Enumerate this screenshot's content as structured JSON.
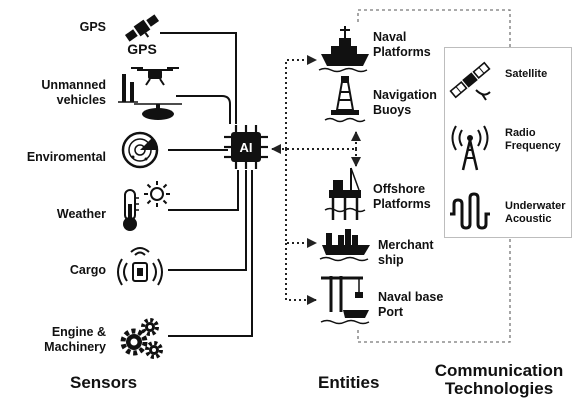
{
  "sensors": {
    "heading": "Sensors",
    "gps": {
      "label": "GPS",
      "icon_text": "GPS"
    },
    "unmanned": {
      "label_line1": "Unmanned",
      "label_line2": "vehicles"
    },
    "environmental": {
      "label": "Enviromental"
    },
    "weather": {
      "label": "Weather"
    },
    "cargo": {
      "label": "Cargo"
    },
    "engine": {
      "label_line1": "Engine &",
      "label_line2": "Machinery"
    }
  },
  "hub": {
    "chip_text": "AI"
  },
  "entities": {
    "heading": "Entities",
    "naval_platforms": {
      "line1": "Naval",
      "line2": "Platforms"
    },
    "navigation_buoys": {
      "line1": "Navigation",
      "line2": "Buoys"
    },
    "offshore_platforms": {
      "line1": "Offshore",
      "line2": "Platforms"
    },
    "merchant_ship": {
      "line1": "Merchant",
      "line2": "ship"
    },
    "naval_base_port": {
      "line1": "Naval base",
      "line2": "Port"
    }
  },
  "communication": {
    "heading_line1": "Communication",
    "heading_line2": "Technologies",
    "satellite": {
      "label": "Satellite"
    },
    "radio": {
      "line1": "Radio",
      "line2": "Frequency"
    },
    "underwater": {
      "line1": "Underwater",
      "line2": "Acoustic"
    }
  },
  "colors": {
    "ink": "#111111",
    "box_border": "#bdbdbd",
    "dotted": "#222222",
    "dashed": "#777777"
  }
}
